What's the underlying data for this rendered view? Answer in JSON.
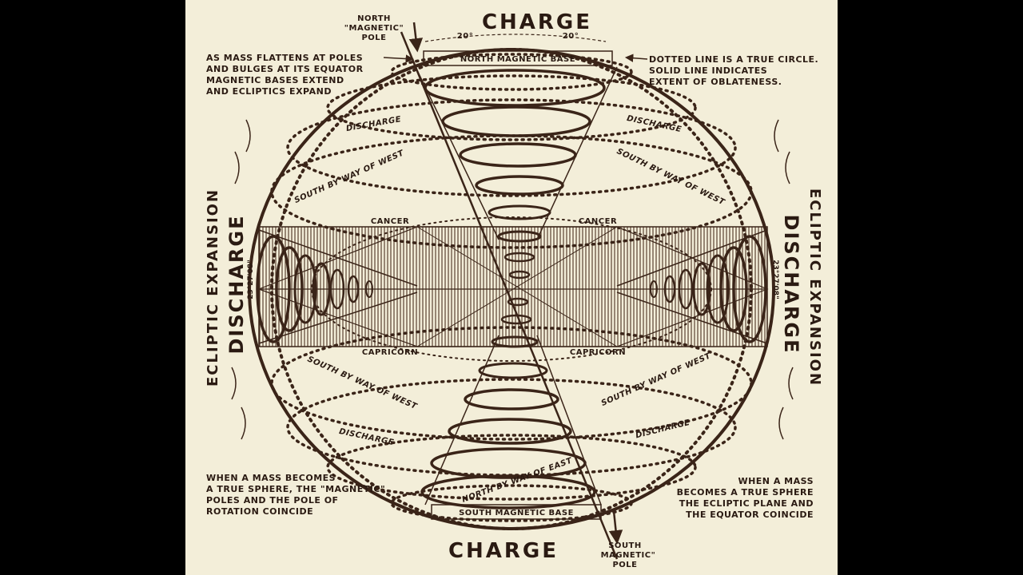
{
  "colors": {
    "background": "#000000",
    "paper": "#f3eed9",
    "ink": "#3a2418"
  },
  "labels": {
    "charge_top": "CHARGE",
    "charge_bottom": "CHARGE",
    "north_pole": [
      "NORTH",
      "\"MAGNETIC\"",
      "POLE"
    ],
    "south_pole": [
      "SOUTH",
      "MAGNETIC\"",
      "POLE"
    ],
    "north_base": "NORTH MAGNETIC BASE",
    "south_base": "SOUTH MAGNETIC BASE",
    "top_left_note": [
      "AS MASS FLATTENS AT POLES",
      "AND BULGES AT ITS EQUATOR",
      "MAGNETIC BASES EXTEND",
      "AND ECLIPTICS EXPAND"
    ],
    "top_right_note": [
      "DOTTED LINE IS A TRUE CIRCLE.",
      "SOLID LINE INDICATES",
      "EXTENT OF OBLATENESS."
    ],
    "bottom_left_note": [
      "WHEN A MASS BECOMES",
      "A TRUE SPHERE, THE \"MAGNETIC\"",
      "POLES AND THE POLE OF",
      "ROTATION COINCIDE"
    ],
    "bottom_right_note": [
      "WHEN A MASS",
      "BECOMES A TRUE SPHERE",
      "THE ECLIPTIC PLANE AND",
      "THE EQUATOR COINCIDE"
    ],
    "ecliptic_left": "ECLIPTIC EXPANSION",
    "ecliptic_right": "ECLIPTIC EXPANSION",
    "discharge_left": "DISCHARGE",
    "discharge_right": "DISCHARGE",
    "discharge_upper_left": "DISCHARGE",
    "discharge_upper_right": "DISCHARGE",
    "discharge_lower_left": "DISCHARGE",
    "discharge_lower_right": "DISCHARGE",
    "south_west_upper_left": "SOUTH BY WAY OF WEST",
    "south_west_upper_right": "SOUTH BY WAY OF WEST",
    "south_west_lower_left": "SOUTH BY WAY OF WEST",
    "south_west_lower_right": "SOUTH BY WAY OF WEST",
    "north_east": "NORTH BY WAY OF EAST",
    "cancer_left": "CANCER",
    "cancer_right": "CANCER",
    "capricorn_left": "CAPRICORN",
    "capricorn_right": "CAPRICORN",
    "angle_top_left": "20°",
    "angle_top_right": "20°",
    "left_degrees": "23°27'08\"",
    "right_degrees": "23°27'08\""
  }
}
